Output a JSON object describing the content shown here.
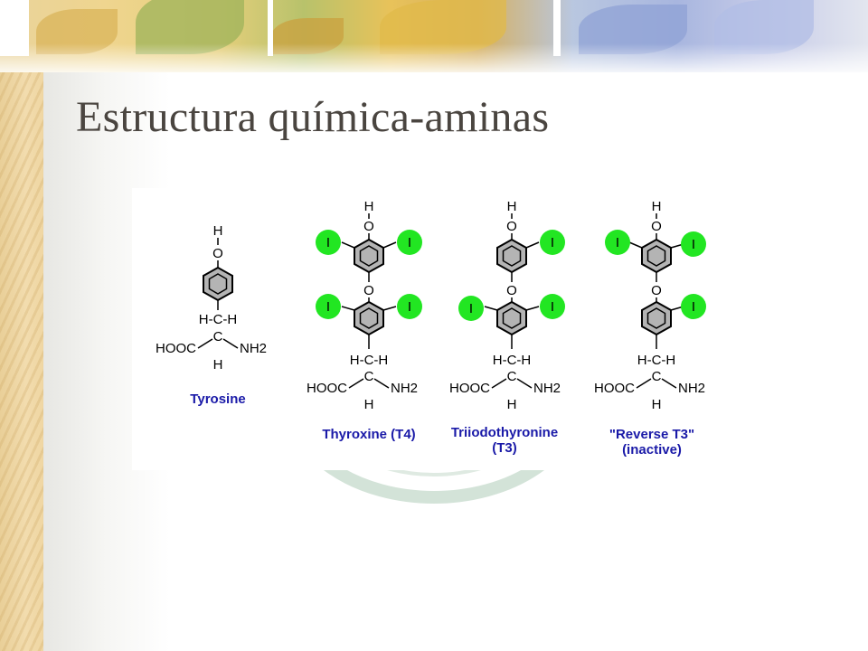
{
  "slide": {
    "title": "Estructura química-aminas"
  },
  "diagram": {
    "accent_iodine": "#22e622",
    "label_color": "#1a1aa8",
    "molecules": [
      {
        "name": "Tyrosine",
        "name_line2": ""
      },
      {
        "name": "Thyroxine (T4)",
        "name_line2": ""
      },
      {
        "name": "Triiodothyronine",
        "name_line2": "(T3)"
      },
      {
        "name": "\"Reverse T3\"",
        "name_line2": "(inactive)"
      }
    ],
    "atoms": {
      "h": "H",
      "o": "O",
      "c": "C",
      "iodine": "I",
      "bridge": "H-C-H",
      "acid": "HOOC",
      "amine": "NH2"
    }
  }
}
